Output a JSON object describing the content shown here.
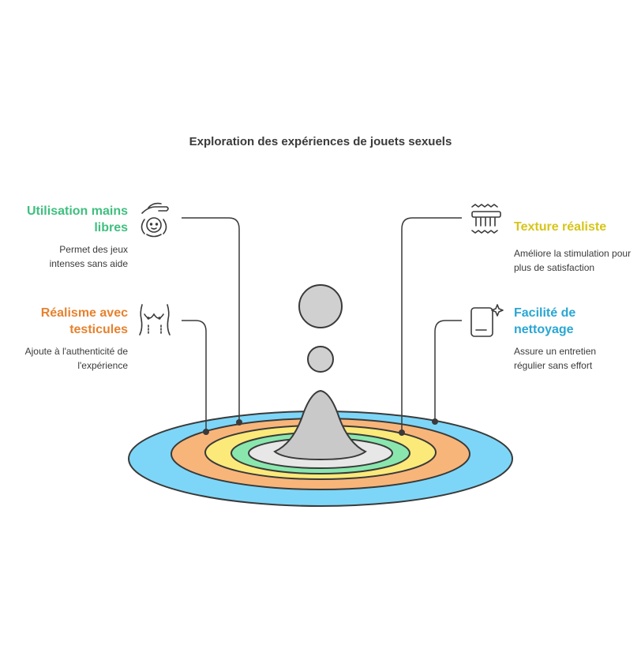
{
  "title": "Exploration des expériences de jouets sexuels",
  "items": [
    {
      "heading": "Utilisation mains libres",
      "description": "Permet des jeux intenses sans aide",
      "color": "#3fbf7f",
      "icon": "hand-holding-head-icon"
    },
    {
      "heading": "Réalisme avec testicules",
      "description": "Ajoute à l'authenticité de l'expérience",
      "color": "#e6822e",
      "icon": "body-torso-icon"
    },
    {
      "heading": "Texture réaliste",
      "description": "Améliore la stimulation pour plus de satisfaction",
      "color": "#d6c51a",
      "icon": "texture-wave-icon"
    },
    {
      "heading": "Facilité de nettoyage",
      "description": "Assure un entretien régulier sans effort",
      "color": "#2aa6d3",
      "icon": "clean-tablet-sparkle-icon"
    }
  ],
  "rings": [
    "#7dd6f7",
    "#f8b57a",
    "#fbe97a",
    "#89e7ae",
    "#e7e7e7"
  ]
}
